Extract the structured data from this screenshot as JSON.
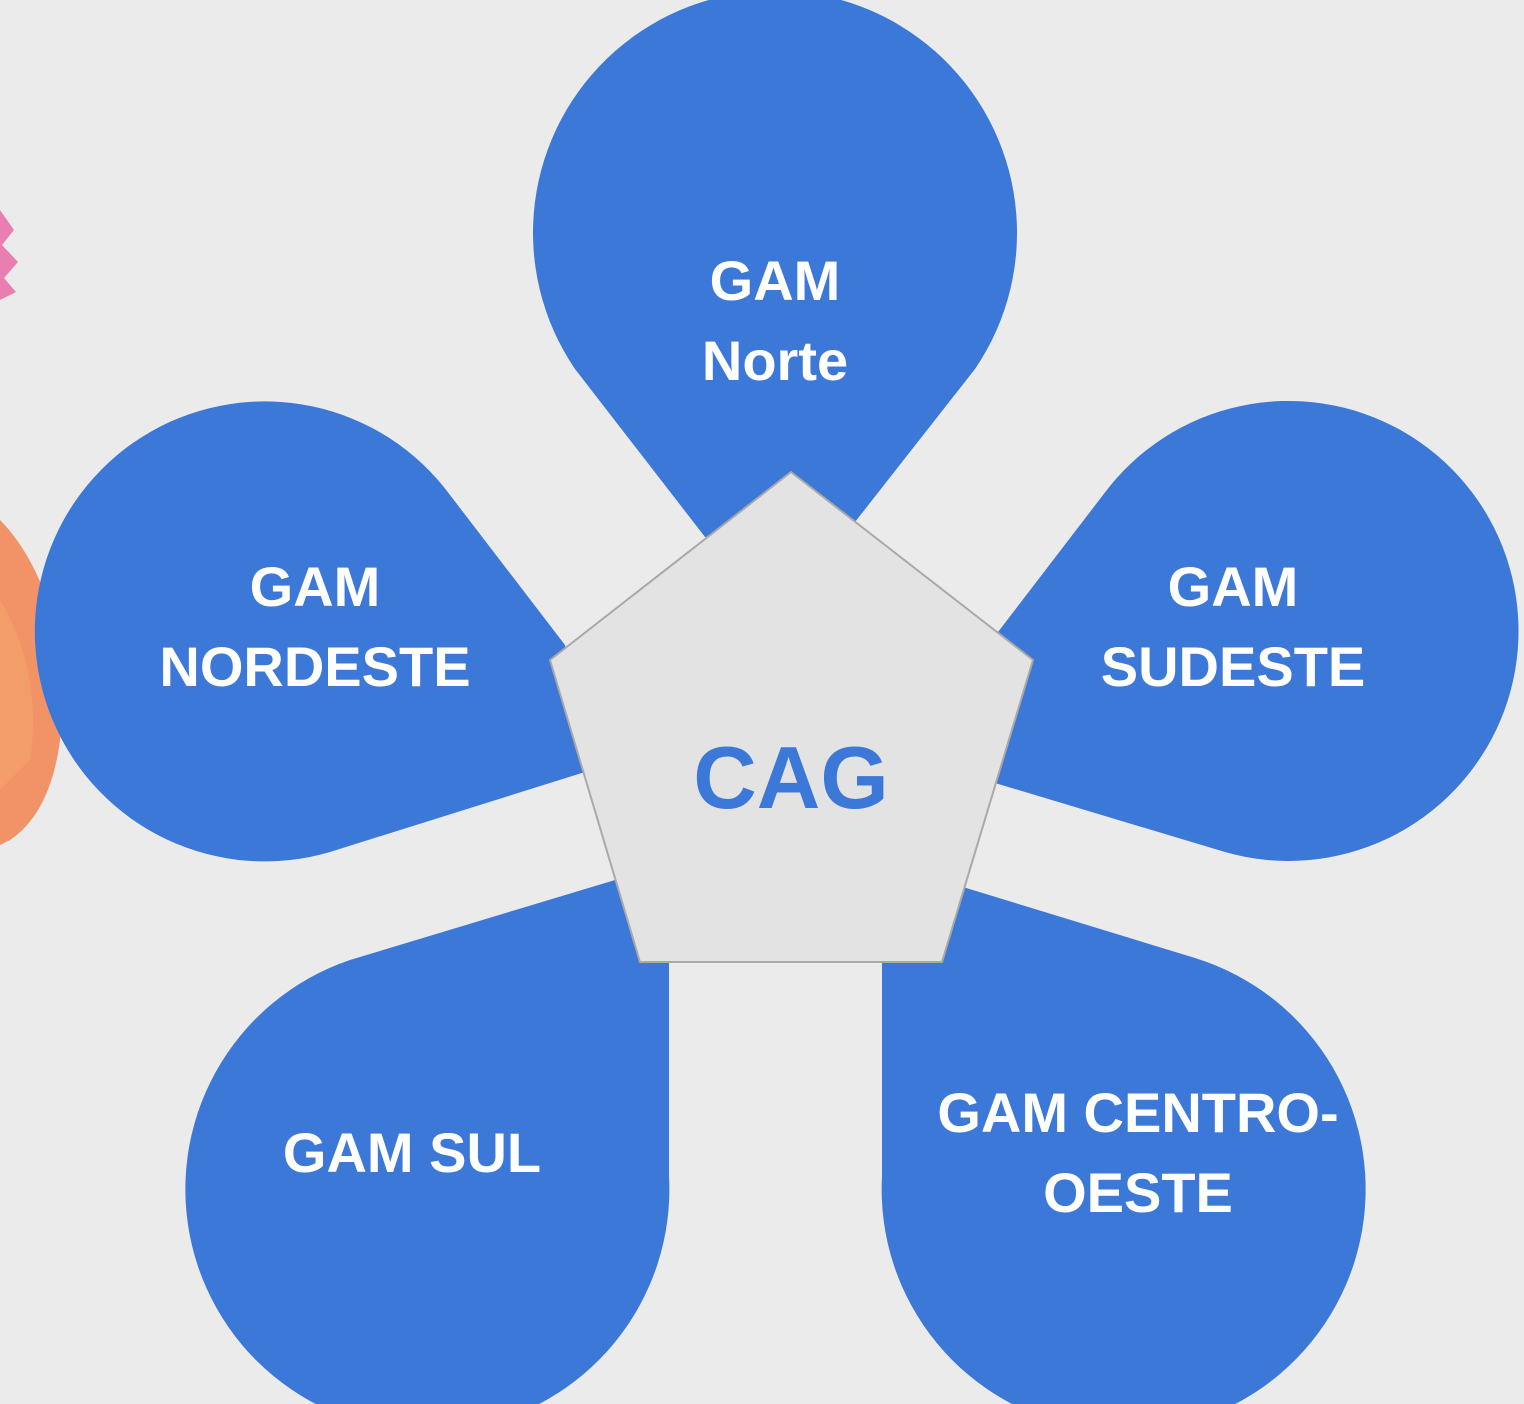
{
  "colors": {
    "background": "#ebebeb",
    "petal": "#3c78d8",
    "petal_text": "#ffffff",
    "center_fill": "#e3e3e3",
    "center_stroke": "#a9a9a9",
    "center_text": "#3c78d8"
  },
  "center": {
    "label": "CAG"
  },
  "petals": {
    "norte": {
      "line1": "GAM",
      "line2": "Norte"
    },
    "nordeste": {
      "line1": "GAM",
      "line2": "NORDESTE"
    },
    "sudeste": {
      "line1": "GAM",
      "line2": "SUDESTE"
    },
    "sul": {
      "line1": "GAM SUL"
    },
    "centro_oeste": {
      "line1": "GAM CENTRO-",
      "line2": "OESTE"
    }
  }
}
